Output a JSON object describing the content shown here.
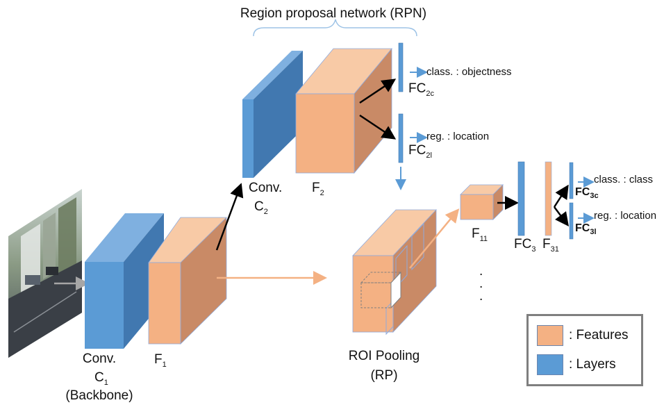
{
  "rpn": {
    "title": "Region proposal network (RPN)"
  },
  "conv1": {
    "line1": "Conv.",
    "main": "C",
    "sub": "1",
    "line3": "(Backbone)"
  },
  "f1": {
    "main": "F",
    "sub": "1"
  },
  "conv2": {
    "line1": "Conv.",
    "main": "C",
    "sub": "2"
  },
  "f2": {
    "main": "F",
    "sub": "2"
  },
  "fc2c": {
    "main": "FC",
    "sub": "2c",
    "output": "class. : objectness"
  },
  "fc2l": {
    "main": "FC",
    "sub": "2l",
    "output": "reg. : location"
  },
  "roi": {
    "line1": "ROI Pooling",
    "line2": "(RP)"
  },
  "f11": {
    "main": "F",
    "sub": "11"
  },
  "fc3": {
    "main": "FC",
    "sub": "3"
  },
  "f31": {
    "main": "F",
    "sub": "31"
  },
  "fc3c": {
    "main": "FC",
    "sub": "3c",
    "output": "class. : class"
  },
  "fc3l": {
    "main": "FC",
    "sub": "3l",
    "output": "reg. : location"
  },
  "ellipsis": ".",
  "legend": {
    "items": [
      {
        "label": ": Features",
        "color": "#f4b183"
      },
      {
        "label": ": Layers",
        "color": "#5b9bd5"
      }
    ]
  },
  "colors": {
    "layer_front": "#5b9bd5",
    "layer_top": "#7fb0e0",
    "layer_side": "#4178b0",
    "feature_front": "#f4b183",
    "feature_top": "#f8caa6",
    "feature_side": "#c98a66",
    "arrow_black": "#000000",
    "arrow_blue": "#5b9bd5",
    "arrow_orange": "#f4b183",
    "arrow_gray": "#a6a6a6"
  }
}
